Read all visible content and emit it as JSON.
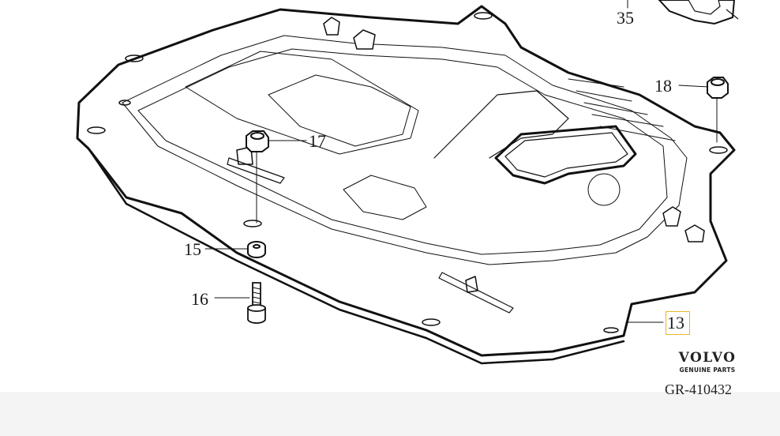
{
  "diagram": {
    "callouts": {
      "c35": "35",
      "c18": "18",
      "c17": "17",
      "c15": "15",
      "c16": "16",
      "c13": "13"
    },
    "brand": {
      "name": "VOLVO",
      "tagline": "GENUINE PARTS"
    },
    "reference_code": "GR-410432"
  }
}
